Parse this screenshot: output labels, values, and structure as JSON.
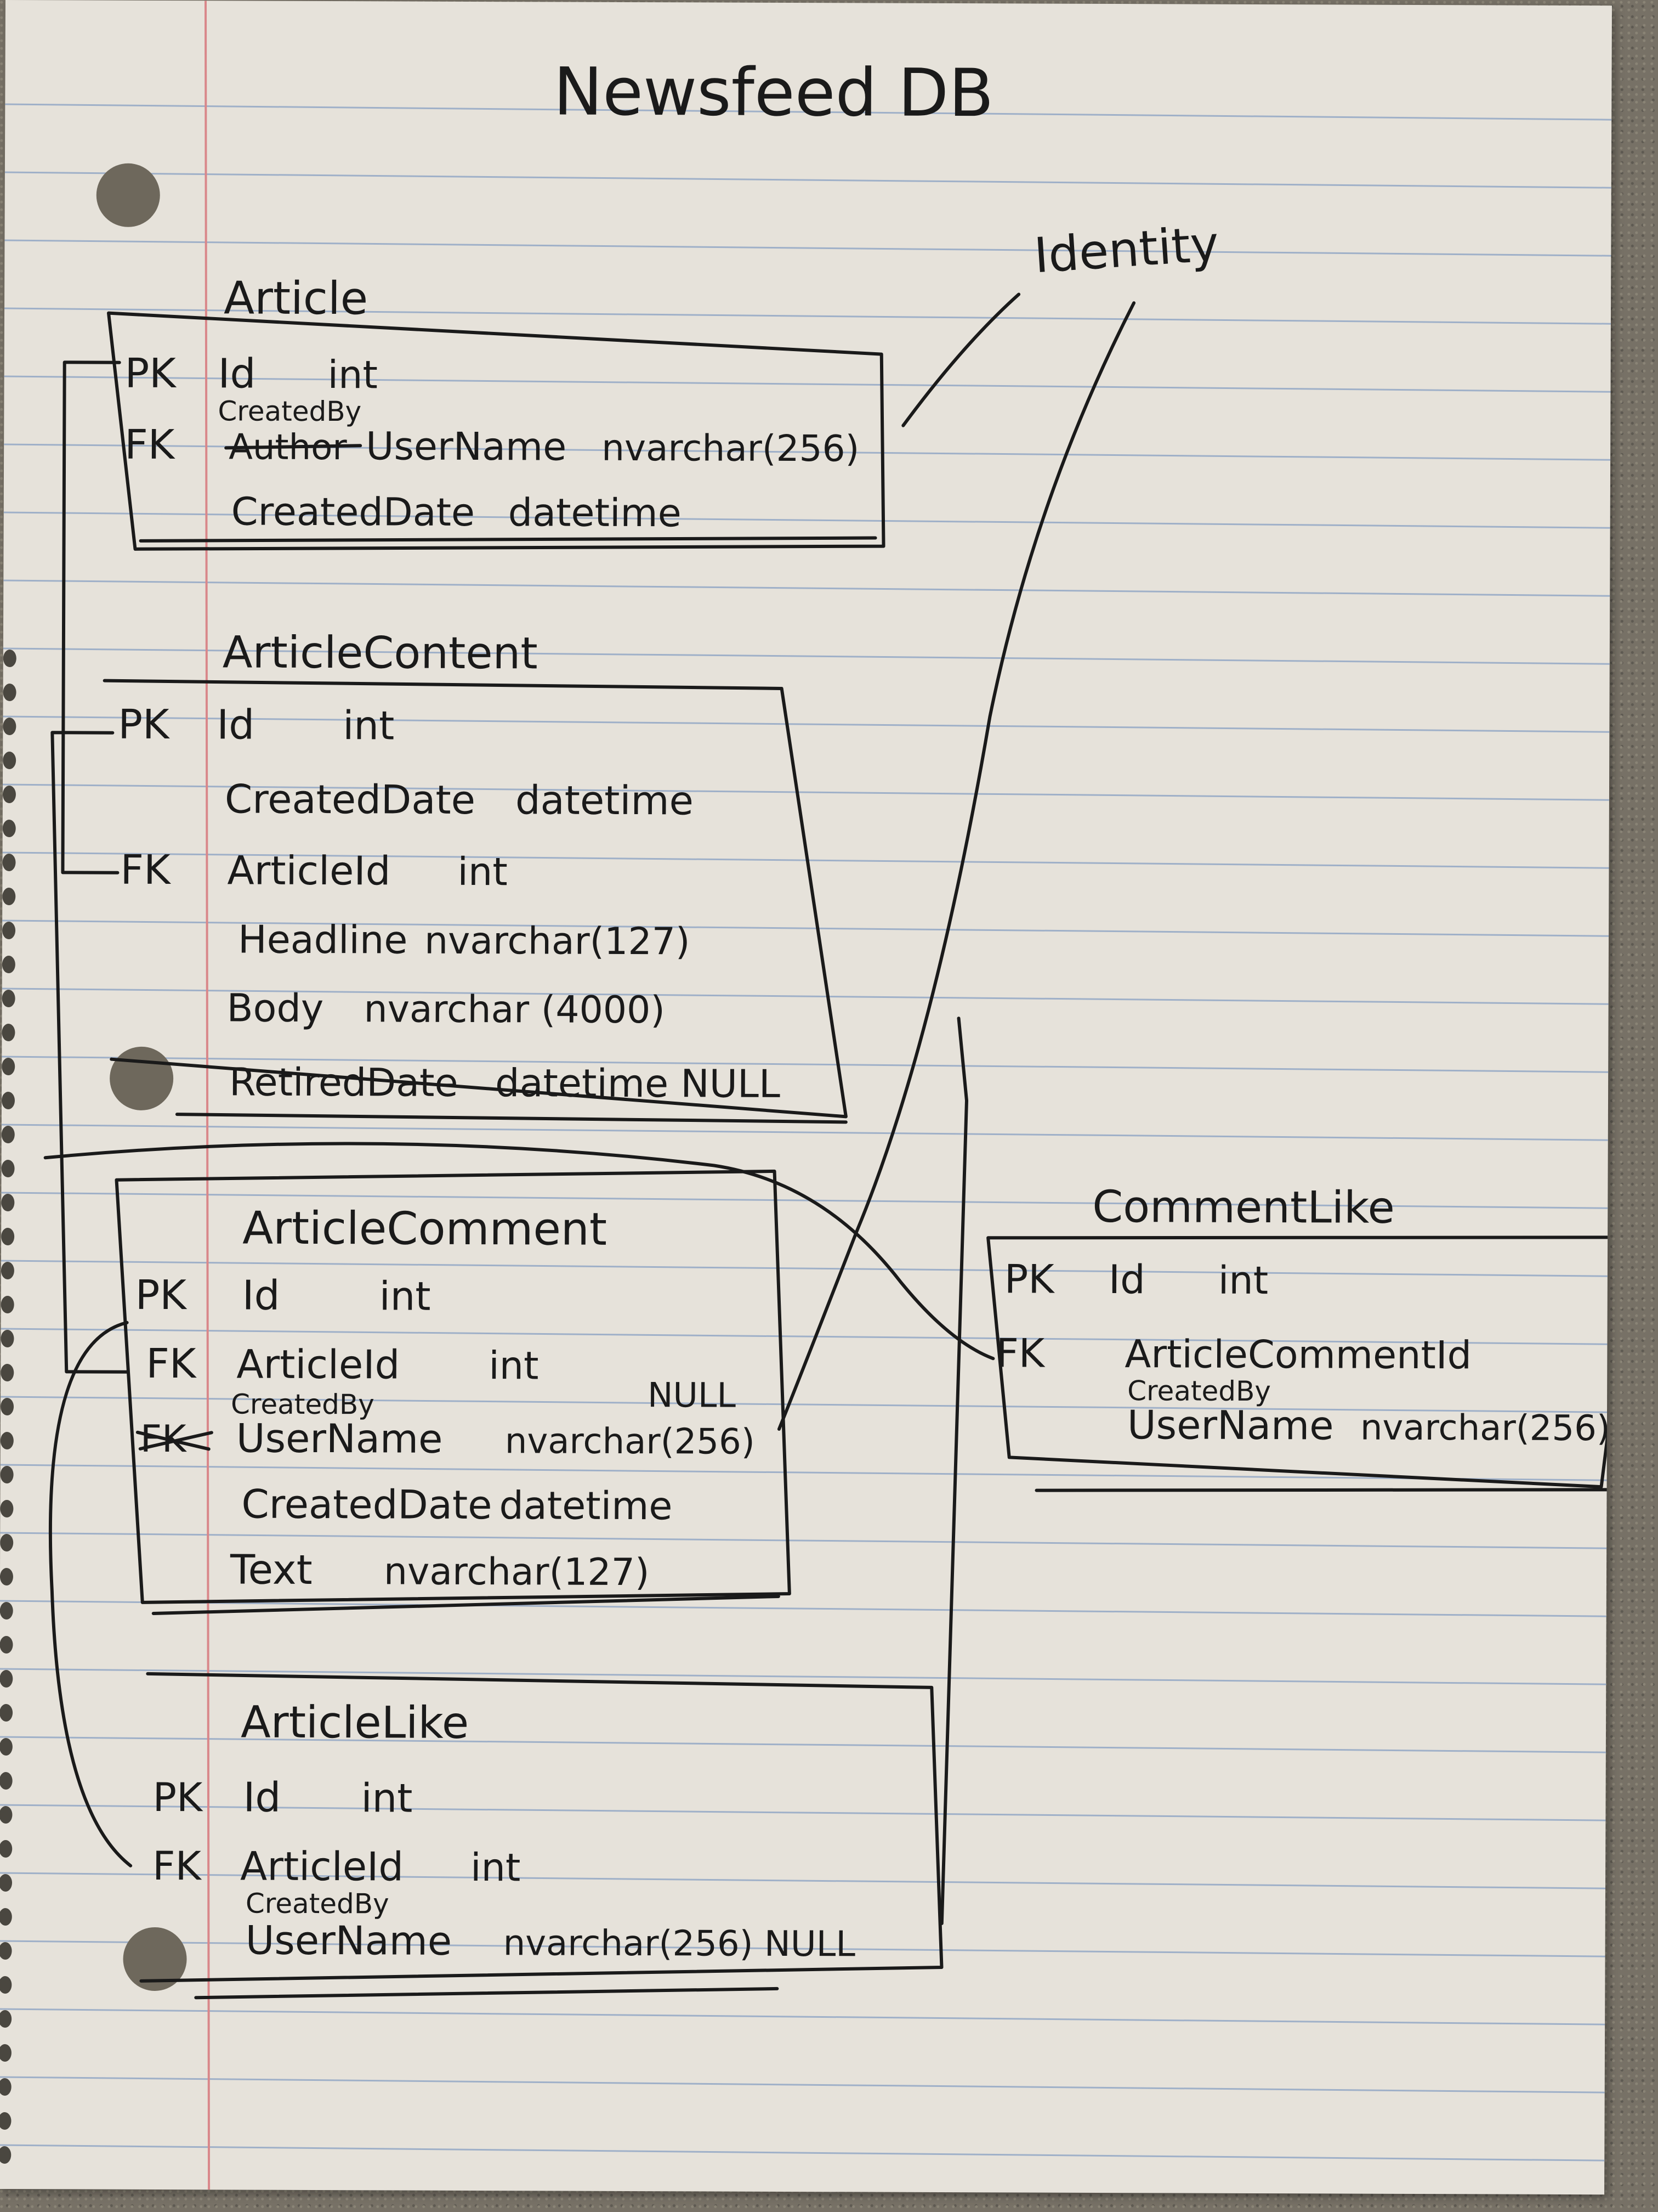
{
  "title": "Newsfeed DB",
  "identity_label": "Identity",
  "tables": {
    "article": {
      "name": "Article",
      "rows": [
        {
          "key": "PK",
          "column": "Id",
          "type": "int"
        },
        {
          "key": "FK",
          "column": "UserName",
          "type": "nvarchar(256)",
          "struck": "Author",
          "note": "CreatedBy"
        },
        {
          "key": "",
          "column": "CreatedDate",
          "type": "datetime"
        }
      ]
    },
    "article_content": {
      "name": "ArticleContent",
      "rows": [
        {
          "key": "PK",
          "column": "Id",
          "type": "int"
        },
        {
          "key": "",
          "column": "CreatedDate",
          "type": "datetime"
        },
        {
          "key": "FK",
          "column": "ArticleId",
          "type": "int"
        },
        {
          "key": "",
          "column": "Headline",
          "type": "nvarchar(127)"
        },
        {
          "key": "",
          "column": "Body",
          "type": "nvarchar (4000)"
        },
        {
          "key": "",
          "column": "RetiredDate",
          "type": "datetime NULL"
        }
      ]
    },
    "article_comment": {
      "name": "ArticleComment",
      "rows": [
        {
          "key": "PK",
          "column": "Id",
          "type": "int"
        },
        {
          "key": "FK",
          "column": "ArticleId",
          "type": "int"
        },
        {
          "key": "FK",
          "column": "UserName",
          "type": "nvarchar(256)",
          "note": "CreatedBy",
          "nullable": "NULL",
          "key_struck": true
        },
        {
          "key": "",
          "column": "CreatedDate",
          "type": "datetime"
        },
        {
          "key": "",
          "column": "Text",
          "type": "nvarchar(127)"
        }
      ]
    },
    "article_like": {
      "name": "ArticleLike",
      "rows": [
        {
          "key": "PK",
          "column": "Id",
          "type": "int"
        },
        {
          "key": "FK",
          "column": "ArticleId",
          "type": "int"
        },
        {
          "key": "",
          "column": "UserName",
          "type": "nvarchar(256) NULL",
          "note": "CreatedBy"
        }
      ]
    },
    "comment_like": {
      "name": "CommentLike",
      "rows": [
        {
          "key": "PK",
          "column": "Id",
          "type": "int"
        },
        {
          "key": "FK",
          "column": "ArticleCommentId",
          "type": ""
        },
        {
          "key": "",
          "column": "UserName",
          "type": "nvarchar(256)",
          "note": "CreatedBy"
        }
      ]
    }
  }
}
